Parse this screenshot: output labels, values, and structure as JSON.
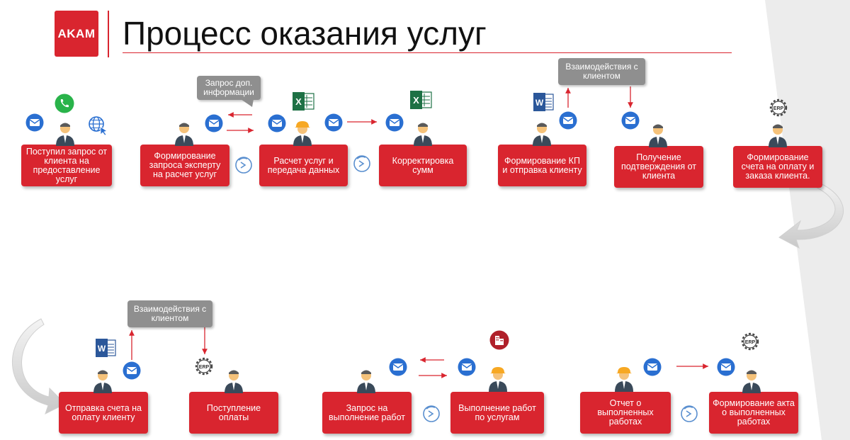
{
  "header": {
    "logo_text": "AKAM",
    "title": "Процесс оказания услуг"
  },
  "boxes": {
    "b1": "Поступил запрос от клиента на предоставление услуг",
    "b2": "Формирование запроса эксперту на расчет услуг",
    "b3": "Расчет услуг и передача данных",
    "b4": "Корректировка сумм",
    "b5": "Формирование КП и отправка клиенту",
    "b6": "Получение подтверждения от клиента",
    "b7": "Формирование счета на оплату и заказа клиента.",
    "b8": "Отправка счета на оплату клиенту",
    "b9": "Поступление оплаты",
    "b10": "Запрос на выполнение работ",
    "b11": "Выполнение работ по услугам",
    "b12": "Отчет о выполненных работах",
    "b13": "Формирование акта о выполненных работах"
  },
  "notes": {
    "n1": "Запрос доп. информации",
    "n2": "Взаимодействия с клиентом",
    "n3": "Взаимодействия с клиентом"
  },
  "icon_labels": {
    "excel": "X",
    "word": "W",
    "erp": "ERP"
  },
  "colors": {
    "accent": "#d9252f",
    "note_gray": "#8f8f8f",
    "mail_blue": "#2a6fd1"
  }
}
